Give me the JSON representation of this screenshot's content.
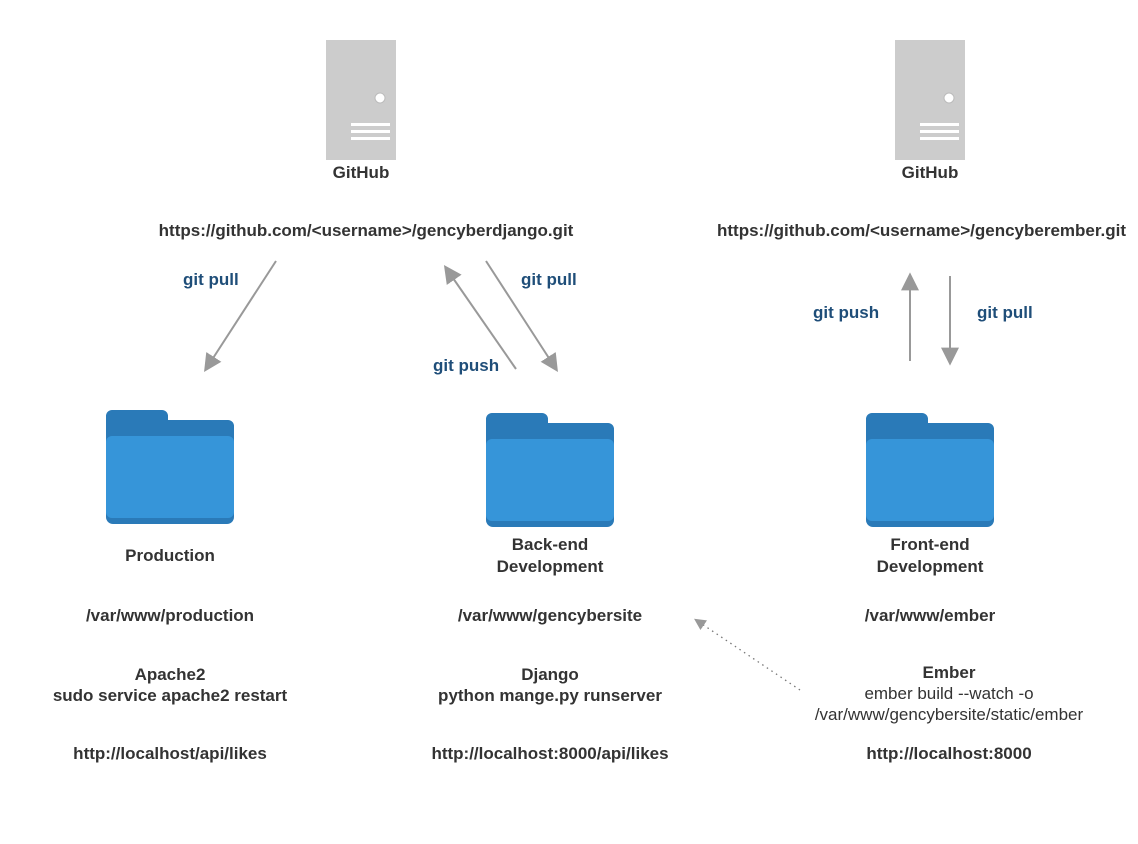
{
  "servers": [
    {
      "label": "GitHub",
      "url": "https://github.com/<username>/gencyberdjango.git"
    },
    {
      "label": "GitHub",
      "url": "https://github.com/<username>/gencyberember.git"
    }
  ],
  "edges": {
    "prod_pull": "git pull",
    "backend_push": "git push",
    "backend_pull": "git pull",
    "frontend_push": "git push",
    "frontend_pull": "git pull"
  },
  "folders": {
    "production": {
      "title": "Production",
      "path": "/var/www/production",
      "server_line1": "Apache2",
      "server_line2": "sudo service apache2 restart",
      "url": "http://localhost/api/likes"
    },
    "backend": {
      "title_line1": "Back-end",
      "title_line2": "Development",
      "path": "/var/www/gencybersite",
      "server_line1": "Django",
      "server_line2": "python mange.py runserver",
      "url": "http://localhost:8000/api/likes"
    },
    "frontend": {
      "title_line1": "Front-end",
      "title_line2": "Development",
      "path": "/var/www/ember",
      "server_line1": "Ember",
      "server_line2": "ember build --watch -o",
      "server_line3": "/var/www/gencybersite/static/ember",
      "url": "http://localhost:8000"
    }
  },
  "colors": {
    "server": "#cccccc",
    "folder_back": "#2a7ab8",
    "folder_front": "#3695d9",
    "arrow": "#999999",
    "edge_label": "#1f4e79"
  }
}
